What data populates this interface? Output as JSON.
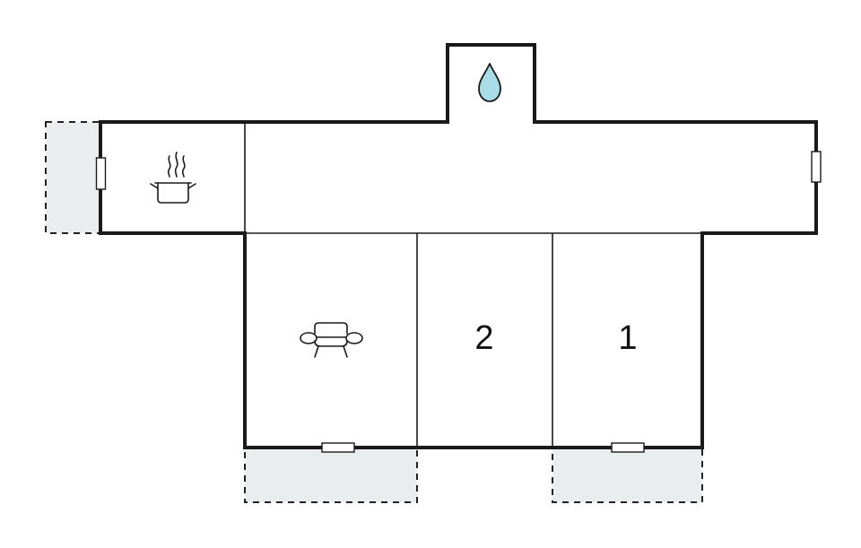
{
  "colors": {
    "wall": "#1a1a1a",
    "terrace_fill": "#e9eded",
    "water_drop": "#a8dde8",
    "background": "#ffffff"
  },
  "rooms": [
    {
      "id": "bathroom",
      "icon": "water-drop-icon"
    },
    {
      "id": "kitchen",
      "icon": "cooking-pot-icon"
    },
    {
      "id": "hallway"
    },
    {
      "id": "living-room",
      "icon": "sofa-icon"
    },
    {
      "id": "bedroom-2",
      "label": "2"
    },
    {
      "id": "bedroom-1",
      "label": "1"
    }
  ],
  "terraces": [
    "west",
    "south-left",
    "south-right"
  ]
}
